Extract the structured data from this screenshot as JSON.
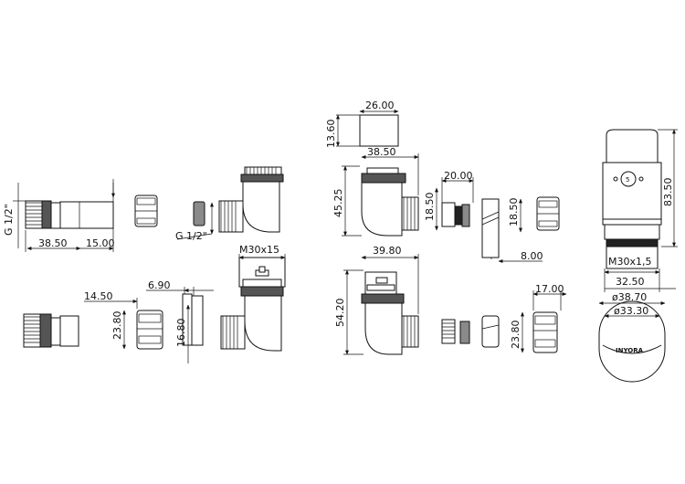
{
  "labels": {
    "g_half_left": "G 1/2\"",
    "g_half_mid": "G 1/2\"",
    "m30x15_left": "M30x15",
    "m30x15_right": "M30x1,5"
  },
  "dims": {
    "d_3850_a": "38.50",
    "d_1500": "15.00",
    "d_1450": "14.50",
    "d_690": "6.90",
    "d_2380_a": "23.80",
    "d_1680": "16.80",
    "d_2600": "26.00",
    "d_1360": "13.60",
    "d_3850_b": "38.50",
    "d_4525": "45.25",
    "d_2000": "20.00",
    "d_1850_a": "18.50",
    "d_1850_b": "18.50",
    "d_800": "8.00",
    "d_3980": "39.80",
    "d_5420": "54.20",
    "d_1700": "17.00",
    "d_2380_b": "23.80",
    "d_8350": "83.50",
    "d_3250": "32.50",
    "d_3870": "ø38.70",
    "d_3330": "ø33.30"
  },
  "head": {
    "dial_number": "5",
    "brand": "INYORA"
  }
}
